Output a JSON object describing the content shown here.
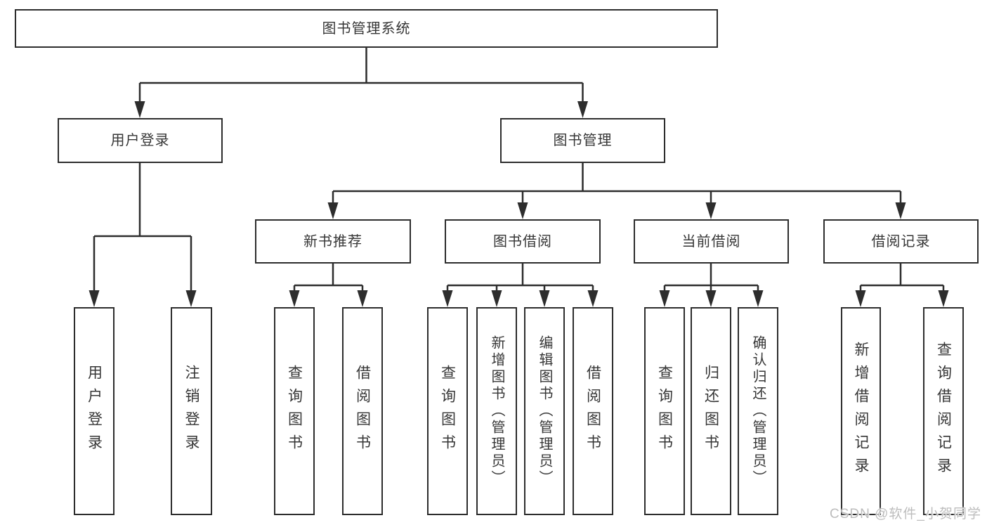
{
  "tree": {
    "root": "图书管理系统",
    "branches": [
      {
        "label": "用户登录",
        "children": [
          "用户登录",
          "注销登录"
        ]
      },
      {
        "label": "图书管理",
        "groups": [
          {
            "label": "新书推荐",
            "children": [
              "查询图书",
              "借阅图书"
            ]
          },
          {
            "label": "图书借阅",
            "children": [
              "查询图书",
              "新增图书（管理员）",
              "编辑图书（管理员）",
              "借阅图书"
            ]
          },
          {
            "label": "当前借阅",
            "children": [
              "查询图书",
              "归还图书",
              "确认归还（管理员）"
            ]
          },
          {
            "label": "借阅记录",
            "children": [
              "新增借阅记录",
              "查询借阅记录"
            ]
          }
        ]
      }
    ]
  },
  "watermark": "CSDN @软件_小贺同学",
  "colors": {
    "line": "#2d2d2d",
    "text": "#363636",
    "background": "#ffffff",
    "watermark": "#bdbdbd"
  }
}
